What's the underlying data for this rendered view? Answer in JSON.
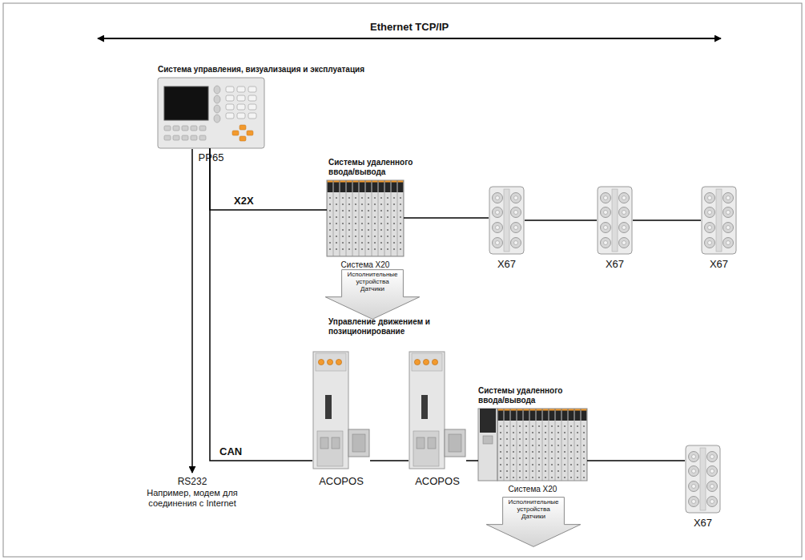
{
  "diagram": {
    "nodes": [
      {
        "text": [
          "Система управления, визуализация и эксплуатация",
          "PP65"
        ]
      },
      {
        "text": [
          "Системы удаленного ввода/вывода",
          "Система X20"
        ]
      },
      {
        "text": [
          "Исполнительные устройства Датчики"
        ]
      },
      {
        "text": [
          "X67"
        ]
      },
      {
        "text": [
          "X67"
        ]
      },
      {
        "text": [
          "X67"
        ]
      },
      {
        "text": [
          "ACOPOS"
        ]
      },
      {
        "text": [
          "ACOPOS"
        ]
      },
      {
        "text": [
          "Системы удаленного ввода/вывода",
          "Система X20"
        ]
      },
      {
        "text": [
          "Исполнительные устройства Датчики"
        ]
      },
      {
        "text": [
          "X67"
        ]
      }
    ],
    "edges": [
      {
        "from": 0,
        "to": 1,
        "arrow": "none",
        "label": "X2X"
      },
      {
        "from": 1,
        "to": 3,
        "arrow": "none"
      },
      {
        "from": 3,
        "to": 4,
        "arrow": "none"
      },
      {
        "from": 4,
        "to": 5,
        "arrow": "none"
      },
      {
        "from": 0,
        "to": 6,
        "arrow": "none",
        "label": "CAN"
      },
      {
        "from": 6,
        "to": 7,
        "arrow": "none"
      },
      {
        "from": 7,
        "to": 8,
        "arrow": "none"
      },
      {
        "from": 8,
        "to": 10,
        "arrow": "none"
      }
    ],
    "labels": [
      "Ethernet TCP/IP",
      "Управление движением и позиционирование",
      "RS232",
      "Например, модем для соединения с Internet"
    ]
  }
}
